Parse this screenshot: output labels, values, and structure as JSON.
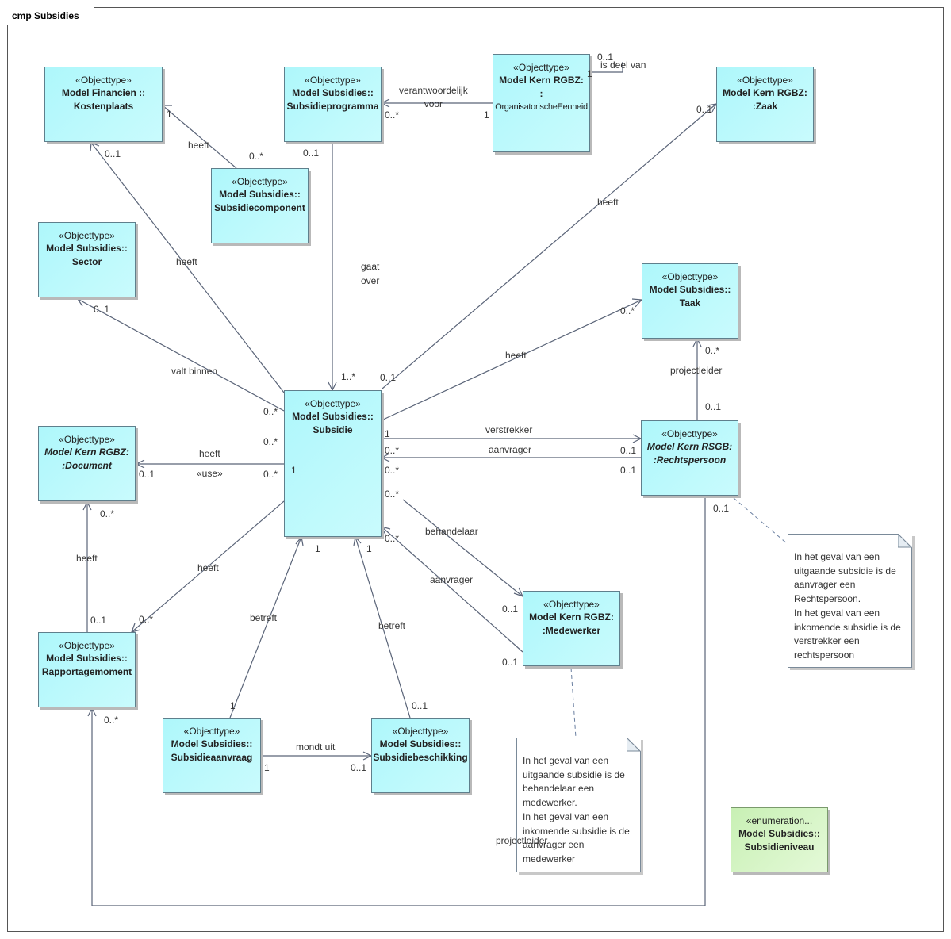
{
  "frame": {
    "title": "cmp Subsidies"
  },
  "stereotypes": {
    "objecttype": "«Objecttype»",
    "enumeration": "«enumeration..."
  },
  "boxes": {
    "kostenplaats": {
      "name": "Model Financien ::\nKostenplaats"
    },
    "subsidieprogramma": {
      "name": "Model Subsidies::\nSubsidieprogramma"
    },
    "organisatorische_eenheid": {
      "name": "Model Kern RGBZ:\n:",
      "name2": "OrganisatorischeEenheid"
    },
    "zaak": {
      "name": "Model Kern RGBZ:\n:Zaak"
    },
    "subsidiecomponent": {
      "name": "Model Subsidies::\nSubsidiecomponent"
    },
    "sector": {
      "name": "Model Subsidies::\nSector"
    },
    "taak": {
      "name": "Model Subsidies::\nTaak"
    },
    "subsidie": {
      "name": "Model Subsidies::\nSubsidie"
    },
    "document": {
      "name": "Model Kern RGBZ:\n:Document"
    },
    "rechtspersoon": {
      "name": "Model Kern RSGB:\n:Rechtspersoon"
    },
    "medewerker": {
      "name": "Model Kern RGBZ:\n:Medewerker"
    },
    "rapportagemoment": {
      "name": "Model Subsidies::\nRapportagemoment"
    },
    "subsidieaanvraag": {
      "name": "Model Subsidies::\nSubsidieaanvraag"
    },
    "subsidiebeschikking": {
      "name": "Model Subsidies::\nSubsidiebeschikking"
    },
    "subsidieniveau": {
      "name": "Model Subsidies::\nSubsidieniveau"
    }
  },
  "notes": {
    "rechtspersoon_note": "In het geval van een uitgaande subsidie is de aanvrager een Rechtspersoon.\nIn het geval van een inkomende subsidie is de verstrekker een rechtspersoon",
    "medewerker_note": "In het geval van een uitgaande subsidie is de behandelaar een medewerker.\nIn het geval van een inkomende subsidie is de aanvrager een medewerker"
  },
  "labels": {
    "heeft": "heeft",
    "verantwoordelijk_voor": "verantwoordelijk\nvoor",
    "is_deel_van": "is deel van",
    "gaat_over": "gaat\nover",
    "valt_binnen": "valt binnen",
    "use": "«use»",
    "verstrekker": "verstrekker",
    "aanvrager": "aanvrager",
    "projectleider": "projectleider",
    "behandelaar": "behandelaar",
    "betreft": "betreft",
    "mondt_uit": "mondt uit"
  },
  "mult": {
    "one": "1",
    "zero_one": "0..1",
    "zero_many": "0..*",
    "one_many": "1..*"
  }
}
